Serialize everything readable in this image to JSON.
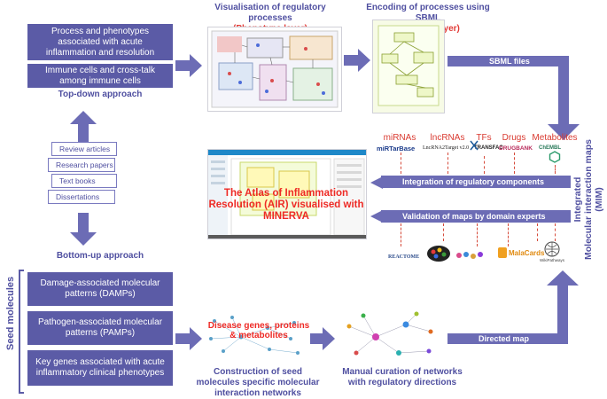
{
  "colors": {
    "box": "#5b5ba6",
    "arrow": "#6c6cb5",
    "title": "#4f4fa0",
    "red": "#e23a36"
  },
  "top_down": {
    "items": [
      "Process and phenotypes associated with acute inflammation and resolution",
      "Immune cells and cross-talk among immune cells"
    ],
    "label": "Top-down approach"
  },
  "visualisation": {
    "title": "Visualisation of regulatory processes",
    "subtitle": "(Phenotype layer)"
  },
  "encoding": {
    "title": "Encoding of processes using SBML",
    "subtitle": "(Process layer)"
  },
  "sbml_label": "SBML files",
  "books": [
    "Review articles",
    "Research papers",
    "Text books",
    "Dissertations"
  ],
  "bottom_up_label": "Bottom-up approach",
  "regulators": {
    "labels": [
      "miRNAs",
      "lncRNAs",
      "TFs",
      "Drugs",
      "Metabolites"
    ],
    "logos": [
      "miRTarBase",
      "LncRNA2Target v2.0",
      "TRANSFAC",
      "DRUGBANK",
      "ChEMBL"
    ]
  },
  "integration_label": "Integration of regulatory components",
  "validation_label": "Validation of maps by domain experts",
  "air_title": "The Atlas of Inflammation Resolution (AIR) visualised with MINERVA",
  "mim_label": [
    "Integrated",
    "Molecular interaction maps",
    "(MIM)"
  ],
  "expert_logos": [
    "REACTOME",
    "",
    "",
    "MalaCards",
    "WikiPathways"
  ],
  "seed_label": "Seed molecules",
  "seed_items": [
    "Damage-associated molecular patterns (DAMPs)",
    "Pathogen-associated molecular patterns (PAMPs)",
    "Key genes associated with acute inflammatory clinical phenotypes"
  ],
  "seed_network_overlay": "Disease genes, proteins & metabolites",
  "construction_label": "Construction of seed molecules specific molecular interaction networks",
  "curation_label": "Manual curation of networks with regulatory directions",
  "directed_map_label": "Directed map"
}
